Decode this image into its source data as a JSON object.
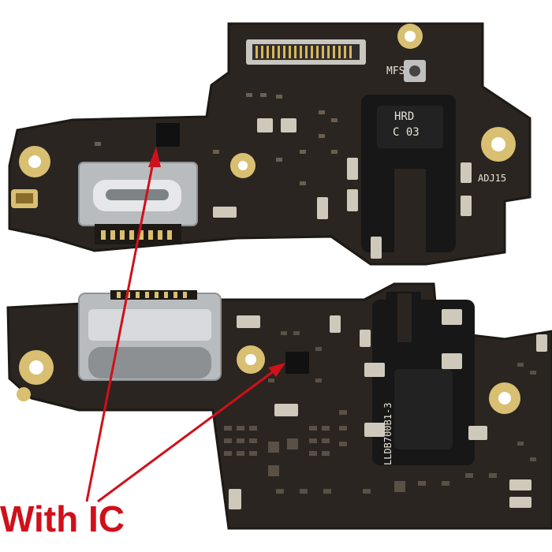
{
  "callout": {
    "text": "With IC",
    "color": "#d0101a"
  },
  "silkscreen": {
    "mfs": "MFS",
    "adj": "ADJ15",
    "jack_top_line1": "HRD",
    "jack_top_line2": "C 03",
    "board_code": "LLDB700B1-3"
  },
  "colors": {
    "board": "#2a2520",
    "board_edge": "#1d1915",
    "gold": "#d8bf72",
    "silver": "#b9bcbf",
    "jack": "#171717",
    "pad": "#cfc9bb",
    "arrow": "#d0101a"
  }
}
